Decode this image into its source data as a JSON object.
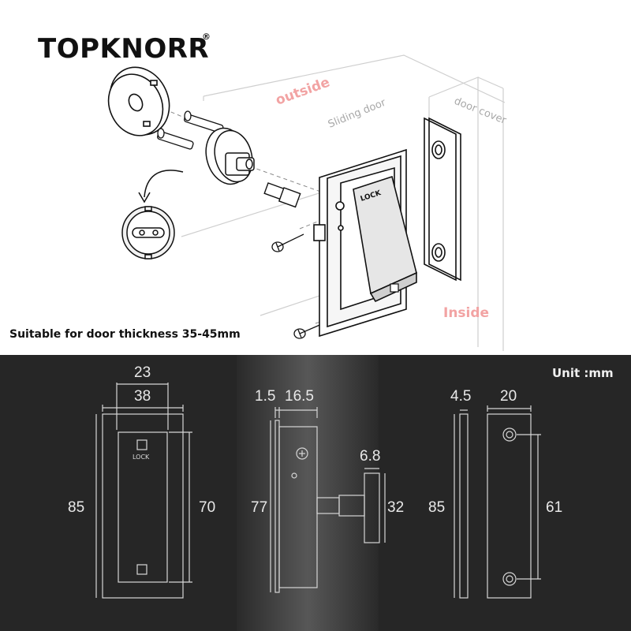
{
  "brand": {
    "name": "TOPKNORR",
    "registered": "®"
  },
  "labels": {
    "outside": "outside",
    "sliding_door": "Sliding door",
    "door_cover": "door cover",
    "inside": "Inside",
    "lock": "LOCK",
    "suitability": "Suitable for door thickness 35-45mm",
    "unit": "Unit :mm"
  },
  "dimensions": {
    "front_plate": {
      "inner_width": "23",
      "outer_width": "38",
      "outer_height": "85",
      "inner_height": "70",
      "lock_text": "LOCK"
    },
    "side_view": {
      "flange": "1.5",
      "depth": "16.5",
      "height": "77",
      "knob_thickness": "6.8",
      "knob_diameter": "32"
    },
    "strike_plate": {
      "thickness": "4.5",
      "width": "20",
      "height": "85",
      "hole_spacing": "61"
    }
  },
  "colors": {
    "accent_pink": "#f2a3a3",
    "dark_panel": "#262626",
    "line_light": "#d6d6d6"
  }
}
